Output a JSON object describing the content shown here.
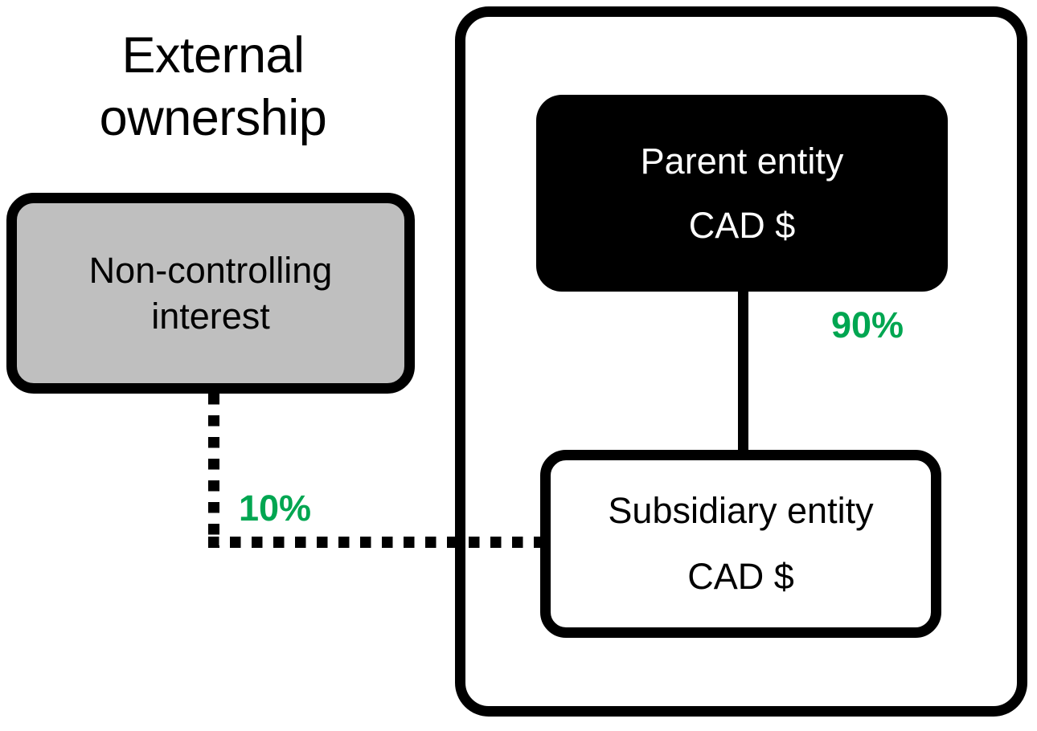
{
  "diagram": {
    "title": "External\nownership",
    "accent_color_green": "#00a651",
    "fill_black": "#000000",
    "fill_gray": "#bfbfbf",
    "fill_white": "#ffffff",
    "group_container": {
      "label": "consolidated-group-boundary"
    },
    "boxes": {
      "non_controlling_interest": {
        "line1": "Non-controlling",
        "line2": "interest"
      },
      "parent_entity": {
        "line1": "Parent entity",
        "line2": "CAD $"
      },
      "subsidiary_entity": {
        "line1": "Subsidiary entity",
        "line2": "CAD $"
      }
    },
    "connectors": {
      "parent_to_subsidiary": {
        "style": "solid",
        "percent": "90%"
      },
      "nci_to_subsidiary": {
        "style": "dotted",
        "percent": "10%"
      }
    }
  }
}
